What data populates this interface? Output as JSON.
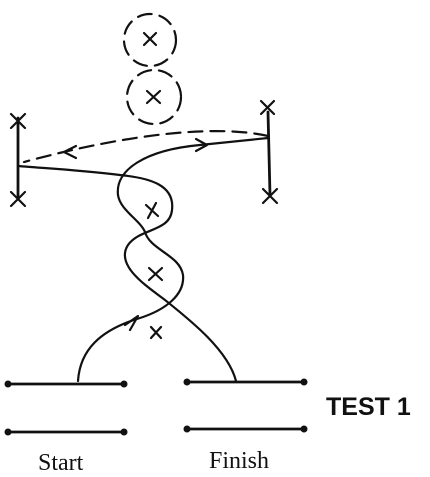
{
  "diagram": {
    "title": "TEST 1",
    "labels": {
      "start": "Start",
      "finish": "Finish"
    },
    "ink_color": "#111111",
    "background_color": "#ffffff"
  }
}
